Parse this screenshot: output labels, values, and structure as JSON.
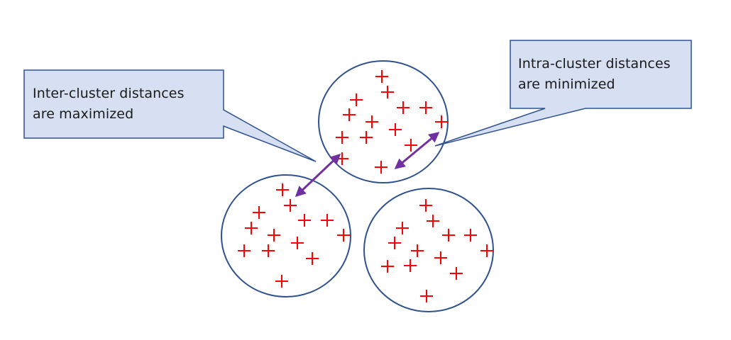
{
  "callouts": {
    "inter": {
      "line1": "Inter-cluster distances",
      "line2": "are maximized"
    },
    "intra": {
      "line1": "Intra-cluster distances",
      "line2": "are minimized"
    }
  },
  "colors": {
    "callout_fill": "#d6e0f2",
    "callout_stroke": "#2f528f",
    "cluster_stroke": "#2f528f",
    "point_color": "#ff0000",
    "arrow_color": "#7030a0"
  },
  "icons": {
    "point": "plus-marker",
    "arrow": "double-headed-arrow"
  }
}
